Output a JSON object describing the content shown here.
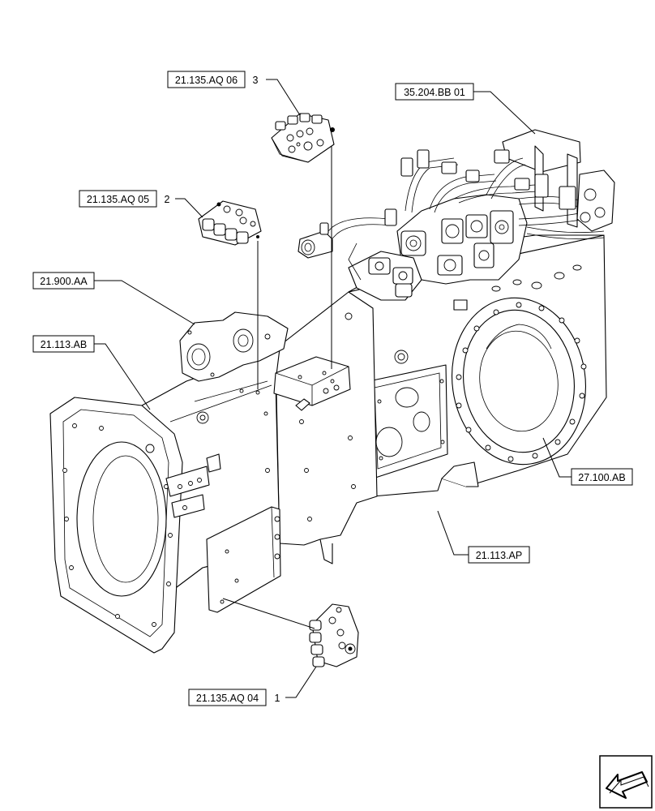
{
  "diagram": {
    "references": [
      {
        "id": "ref-21-135-aq-06",
        "label": "21.135.AQ 06",
        "item": "3"
      },
      {
        "id": "ref-21-135-aq-05",
        "label": "21.135.AQ 05",
        "item": "2"
      },
      {
        "id": "ref-21-135-aq-04",
        "label": "21.135.AQ 04",
        "item": "1"
      },
      {
        "id": "ref-35-204-bb-01",
        "label": "35.204.BB 01"
      },
      {
        "id": "ref-21-900-aa",
        "label": "21.900.AA"
      },
      {
        "id": "ref-21-113-ab",
        "label": "21.113.AB"
      },
      {
        "id": "ref-27-100-ab",
        "label": "27.100.AB"
      },
      {
        "id": "ref-21-113-ap",
        "label": "21.113.AP"
      }
    ],
    "nav_icon": "arrow-left-icon"
  }
}
